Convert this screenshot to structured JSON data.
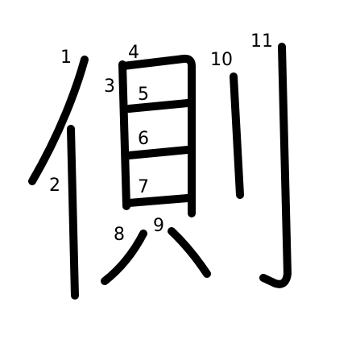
{
  "character": "側",
  "stroke_labels": [
    "1",
    "2",
    "3",
    "4",
    "5",
    "6",
    "7",
    "8",
    "9",
    "10",
    "11"
  ],
  "colors": {
    "stroke": "#000000",
    "label": "#000000",
    "background": "#ffffff"
  }
}
